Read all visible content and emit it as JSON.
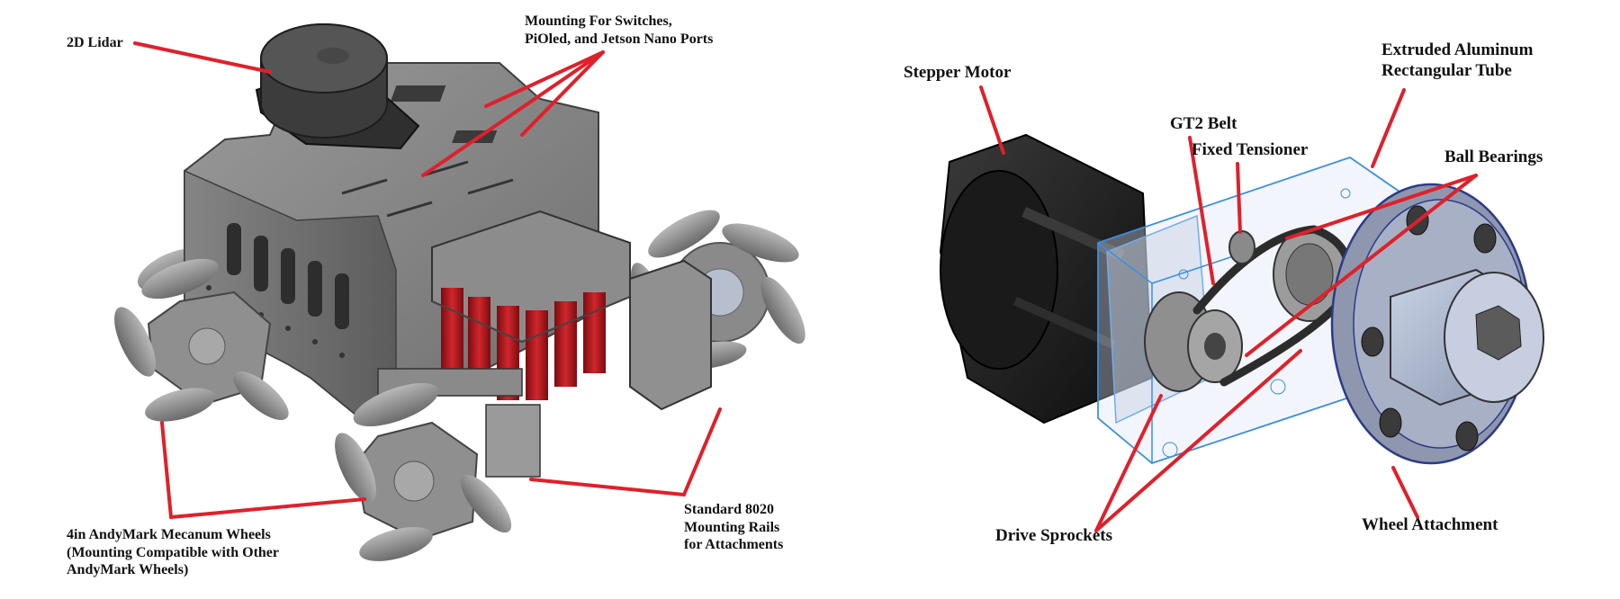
{
  "left_figure": {
    "labels": {
      "lidar": "2D Lidar",
      "mounting_line1": "Mounting For Switches,",
      "mounting_line2": "PiOled, and Jetson Nano Ports",
      "wheels_line1": "4in AndyMark Mecanum Wheels",
      "wheels_line2": "(Mounting Compatible with Other",
      "wheels_line3": "AndyMark Wheels)",
      "rails_line1": "Standard 8020",
      "rails_line2": "Mounting Rails",
      "rails_line3": "for Attachments"
    }
  },
  "right_figure": {
    "labels": {
      "stepper": "Stepper Motor",
      "tube_line1": "Extruded Aluminum",
      "tube_line2": "Rectangular Tube",
      "belt": "GT2 Belt",
      "tensioner": "Fixed Tensioner",
      "bearings": "Ball Bearings",
      "sprockets": "Drive Sprockets",
      "wheel_attachment": "Wheel Attachment"
    }
  },
  "colors": {
    "leader_line": "#e0202a",
    "label_text": "#111111",
    "chassis_gray": "#7c7c7c",
    "motor_black": "#1e1e1e",
    "battery_red": "#b3141a",
    "tube_outline": "#3a8ee6"
  }
}
